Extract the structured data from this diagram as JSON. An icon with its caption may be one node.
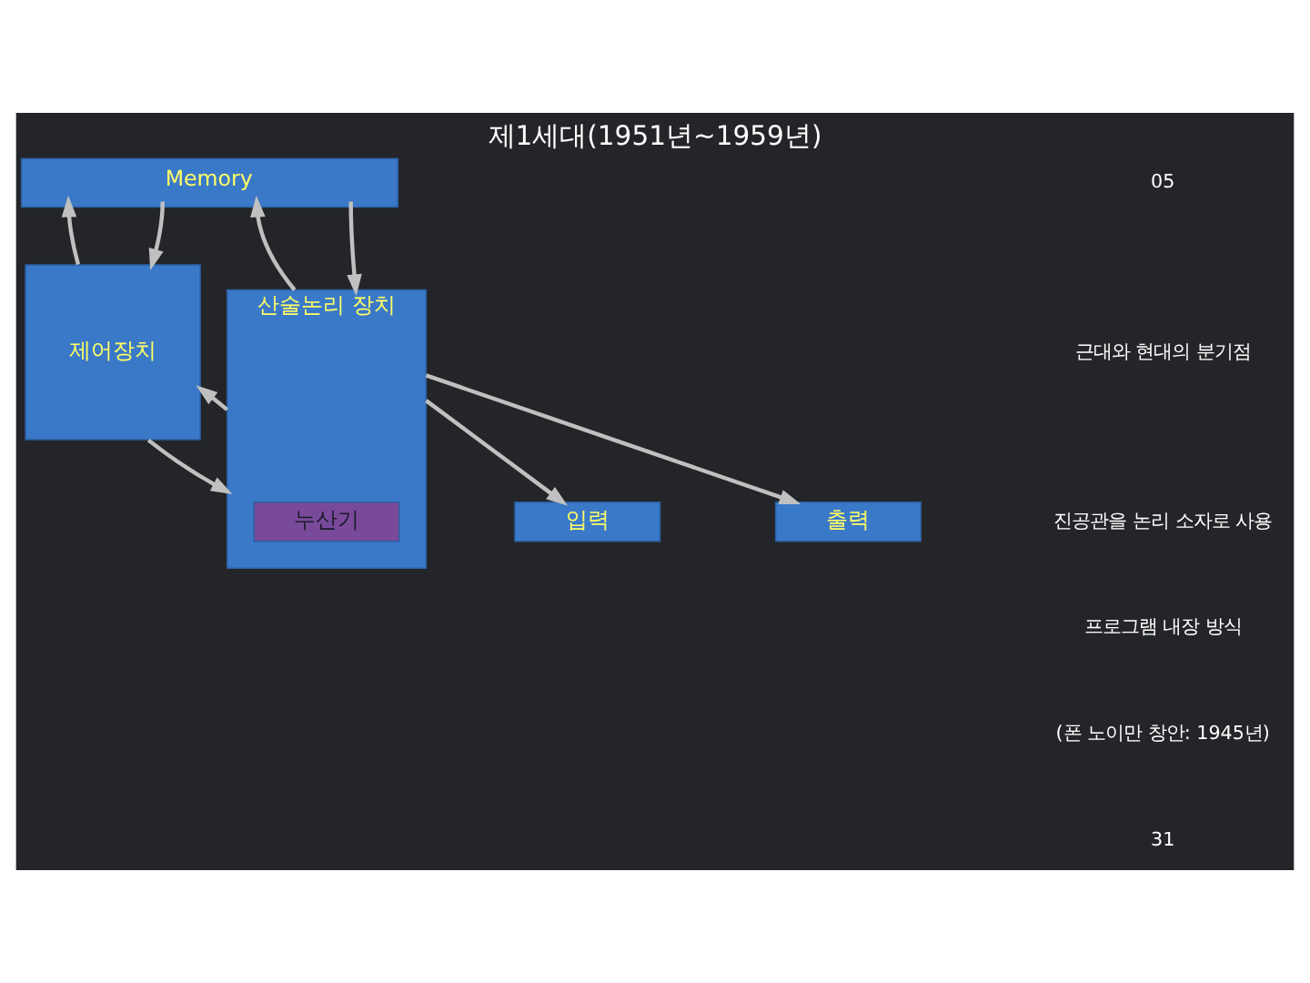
{
  "diagram": {
    "title": "제1세대(1951년~1959년)",
    "nodes": [
      {
        "text": [
          "Memory"
        ]
      },
      {
        "text": [
          "제어장치"
        ]
      },
      {
        "text": [
          "산술논리 장치"
        ]
      },
      {
        "text": [
          "누산기"
        ],
        "in": 2
      },
      {
        "text": [
          "입력"
        ]
      },
      {
        "text": [
          "출력"
        ]
      }
    ],
    "edges": [
      {
        "from": 1,
        "to": 0,
        "arrow": "to"
      },
      {
        "from": 0,
        "to": 1,
        "arrow": "to"
      },
      {
        "from": 2,
        "to": 0,
        "arrow": "to"
      },
      {
        "from": 0,
        "to": 2,
        "arrow": "to"
      },
      {
        "from": 1,
        "to": 2,
        "arrow": "to"
      },
      {
        "from": 2,
        "to": 1,
        "arrow": "to"
      },
      {
        "from": 2,
        "to": 4,
        "arrow": "to"
      },
      {
        "from": 2,
        "to": 5,
        "arrow": "to"
      }
    ],
    "labels": [
      "05",
      "근대와 현대의 분기점",
      "진공관을 논리 소자로 사용",
      "프로그램 내장 방식",
      "(폰 노이만 창안: 1945년)",
      "31"
    ]
  }
}
